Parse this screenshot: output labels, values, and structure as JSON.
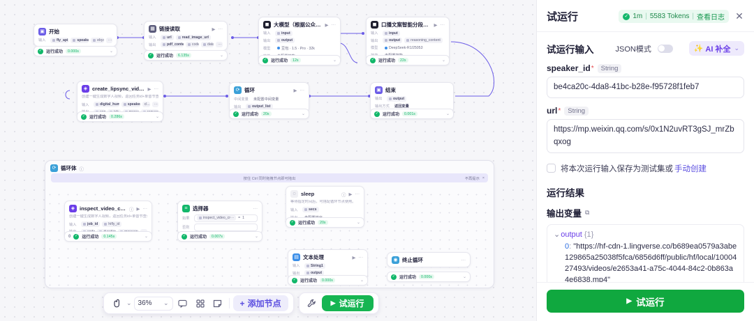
{
  "canvas": {
    "loop_body": {
      "title": "循环体",
      "banner": "按住 Ctrl 同时拖拽节点即可拖出",
      "banner_action": "不再提示",
      "banner_close": "×"
    },
    "nodes": [
      {
        "id": "start",
        "title": "开始",
        "icon": "start-icon",
        "icon_color": "#6b5ce7",
        "glyph": "▣",
        "rows": [
          {
            "label": "输入",
            "chips": [
              "fly_api_key",
              "speaker_id",
              "ebyc..."
            ],
            "more": "···"
          }
        ],
        "status": {
          "text": "运行成功",
          "time": "0.000s"
        }
      },
      {
        "id": "link-reader",
        "title": "链接读取",
        "icon": "link-reader-icon",
        "icon_color": "#5a5a7a",
        "glyph": "▦",
        "rows": [
          {
            "label": "输入",
            "chips": [
              "url",
              "read_image_url"
            ]
          },
          {
            "label": "输出",
            "chips": [
              "pdf_content",
              "code",
              "data",
              "im..."
            ],
            "more": "···"
          }
        ],
        "status": {
          "text": "运行成功",
          "time": "6.135s"
        }
      },
      {
        "id": "llm-wechat",
        "title": "大模型（根据公众号内容生成视···",
        "icon": "llm-icon",
        "icon_color": "#1f1f2e",
        "glyph": "◼",
        "rows": [
          {
            "label": "输入",
            "chips": [
              "input"
            ]
          },
          {
            "label": "输出",
            "chips": [
              "output"
            ]
          },
          {
            "label": "模型",
            "chips": [
              "豆包 · 1.5 · Pro · 32k"
            ]
          },
          {
            "label": "技能",
            "chips": [
              "未配置技能"
            ]
          }
        ],
        "status": {
          "text": "运行成功",
          "time": "12s"
        }
      },
      {
        "id": "script-splitter",
        "title": "口播文案智能分段大师",
        "icon": "splitter-icon",
        "icon_color": "#1f1f2e",
        "glyph": "◼",
        "rows": [
          {
            "label": "输入",
            "chips": [
              "input"
            ]
          },
          {
            "label": "输出",
            "chips": [
              "output",
              "reasoning_content"
            ]
          },
          {
            "label": "模型",
            "chips": [
              "DeepSeek-R1/250528"
            ]
          },
          {
            "label": "技能",
            "chips": [
              "未配置技能"
            ]
          }
        ],
        "status": {
          "text": "运行成功",
          "time": "22s"
        }
      },
      {
        "id": "create-lipsync-video2",
        "title": "create_lipsync_video2",
        "icon": "plugin-icon",
        "icon_color": "#6b3ee8",
        "glyph": "◈",
        "subtitle": "创建一键生成数字人视频，返回任务id+单音节查询结果。",
        "rows": [
          {
            "label": "输入",
            "chips": [
              "digital_human_id",
              "speaker_id",
              "cl..."
            ],
            "more": "···"
          },
          {
            "label": "输出",
            "chips": [
              "code",
              "job_id",
              "message",
              "request_id"
            ]
          }
        ],
        "status": {
          "text": "运行成功",
          "time": "0.286s"
        }
      },
      {
        "id": "loop",
        "title": "循环",
        "icon": "loop-icon",
        "icon_color": "#3aa0d8",
        "glyph": "⟳",
        "rows": [
          {
            "label": "中间变量",
            "chips": [
              "未配置中间变量"
            ],
            "plain": true
          },
          {
            "label": "输出",
            "chips": [
              "output_list"
            ]
          }
        ],
        "status": {
          "text": "运行成功",
          "time": "20s"
        }
      },
      {
        "id": "end",
        "title": "结束",
        "icon": "end-icon",
        "icon_color": "#6b5ce7",
        "glyph": "▣",
        "rows": [
          {
            "label": "输出",
            "chips": [
              "output"
            ]
          },
          {
            "label": "输出方式",
            "chips": [
              "返回变量"
            ],
            "plain": true
          }
        ],
        "status": {
          "text": "运行成功",
          "time": "0.001s"
        }
      },
      {
        "id": "inspect-video-creation",
        "title": "inspect_video_creation_sta···",
        "icon": "plugin-icon",
        "icon_color": "#6b3ee8",
        "glyph": "◈",
        "subtitle": "创建一键生成数字人视频，返回任务id+单音节查询结果。",
        "rows": [
          {
            "label": "输入",
            "chips": [
              "job_id",
              "hifly_id"
            ]
          },
          {
            "label": "输出",
            "chips": [
              "code",
              "duration",
              "message",
              "re..."
            ],
            "more": "···"
          }
        ],
        "status": {
          "text": "运行成功",
          "time": "0.145s"
        }
      },
      {
        "id": "selector",
        "title": "选择器",
        "icon": "selector-icon",
        "icon_color": "#12b76a",
        "glyph": "⌗",
        "rows": [
          {
            "label": "如果",
            "field": [
              "inspect_video_cr···",
              "=",
              "1"
            ]
          },
          {
            "label": "否则",
            "field": [
              ""
            ]
          }
        ],
        "status": {
          "text": "运行成功",
          "time": "0.007s"
        }
      },
      {
        "id": "sleep",
        "title": "sleep",
        "icon": "sleep-icon",
        "icon_color": "#eeeeee",
        "glyph": "◌",
        "subtitle": "等待指定时间后，可搭配循环节点使用。",
        "rows": [
          {
            "label": "输入",
            "chips": [
              "secs"
            ]
          },
          {
            "label": "输出",
            "chips": [
              "未配置输出"
            ],
            "plain": true
          }
        ],
        "status": {
          "text": "运行成功",
          "time": "20s"
        }
      },
      {
        "id": "text-process",
        "title": "文本处理",
        "icon": "text-icon",
        "icon_color": "#3a8ee8",
        "glyph": "▤",
        "rows": [
          {
            "label": "输入",
            "chips": [
              "String1"
            ]
          },
          {
            "label": "输出",
            "chips": [
              "output"
            ]
          }
        ],
        "status": {
          "text": "运行成功",
          "time": "0.000s"
        }
      },
      {
        "id": "break-loop",
        "title": "终止循环",
        "icon": "break-icon",
        "icon_color": "#3aa0d8",
        "glyph": "◉",
        "rows": [],
        "status": {
          "text": "运行成功",
          "time": "0.000s"
        }
      }
    ]
  },
  "toolbar": {
    "cursor_icon": "cursor-icon",
    "cursor_caret": "⌄",
    "zoom_value": "36%",
    "zoom_caret": "⌄",
    "comment_icon": "comment-icon",
    "grid_icon": "grid-icon",
    "note_icon": "note-icon",
    "add_node_plus": "+",
    "add_node_label": "添加节点",
    "wrench_icon": "wrench-icon",
    "run_play": "▶",
    "run_label": "试运行"
  },
  "panel": {
    "title": "试运行",
    "badge": {
      "duration": "1m",
      "tokens": "5583 Tokens",
      "sep": "|",
      "log_link": "查看日志"
    },
    "close": "✕",
    "input_section": {
      "title": "试运行输入",
      "json_mode_label": "JSON模式",
      "ai_icon": "sparkle-icon",
      "ai_label": "AI 补全",
      "ai_caret": "⌄"
    },
    "fields": [
      {
        "name": "speaker_id",
        "required": "*",
        "type": "String",
        "value": "be4ca20c-4da8-41bc-b28e-f95728f1feb7"
      },
      {
        "name": "url",
        "required": "*",
        "type": "String",
        "value": "https://mp.weixin.qq.com/s/0x1N2uvRT3gSJ_mrZbqxog"
      }
    ],
    "save_row": {
      "text": "将本次运行输入保存为测试集或",
      "link": "手动创建"
    },
    "result": {
      "title": "运行结果",
      "output_title": "输出变量",
      "copy_icon": "copy-icon",
      "tree_caret": "⌄",
      "key": "output",
      "count": "{1}",
      "index": "0",
      "colon": ":",
      "value": "\"https://hf-cdn-1.lingverse.co/b689ea0579a3abe129865a25038f5fca/6856d6ff/public/hf/local/1000427493/videos/e2653a41-a75c-4044-84c2-0b863a4e6838.mp4\""
    },
    "footer": {
      "play": "▶",
      "label": "试运行"
    }
  }
}
